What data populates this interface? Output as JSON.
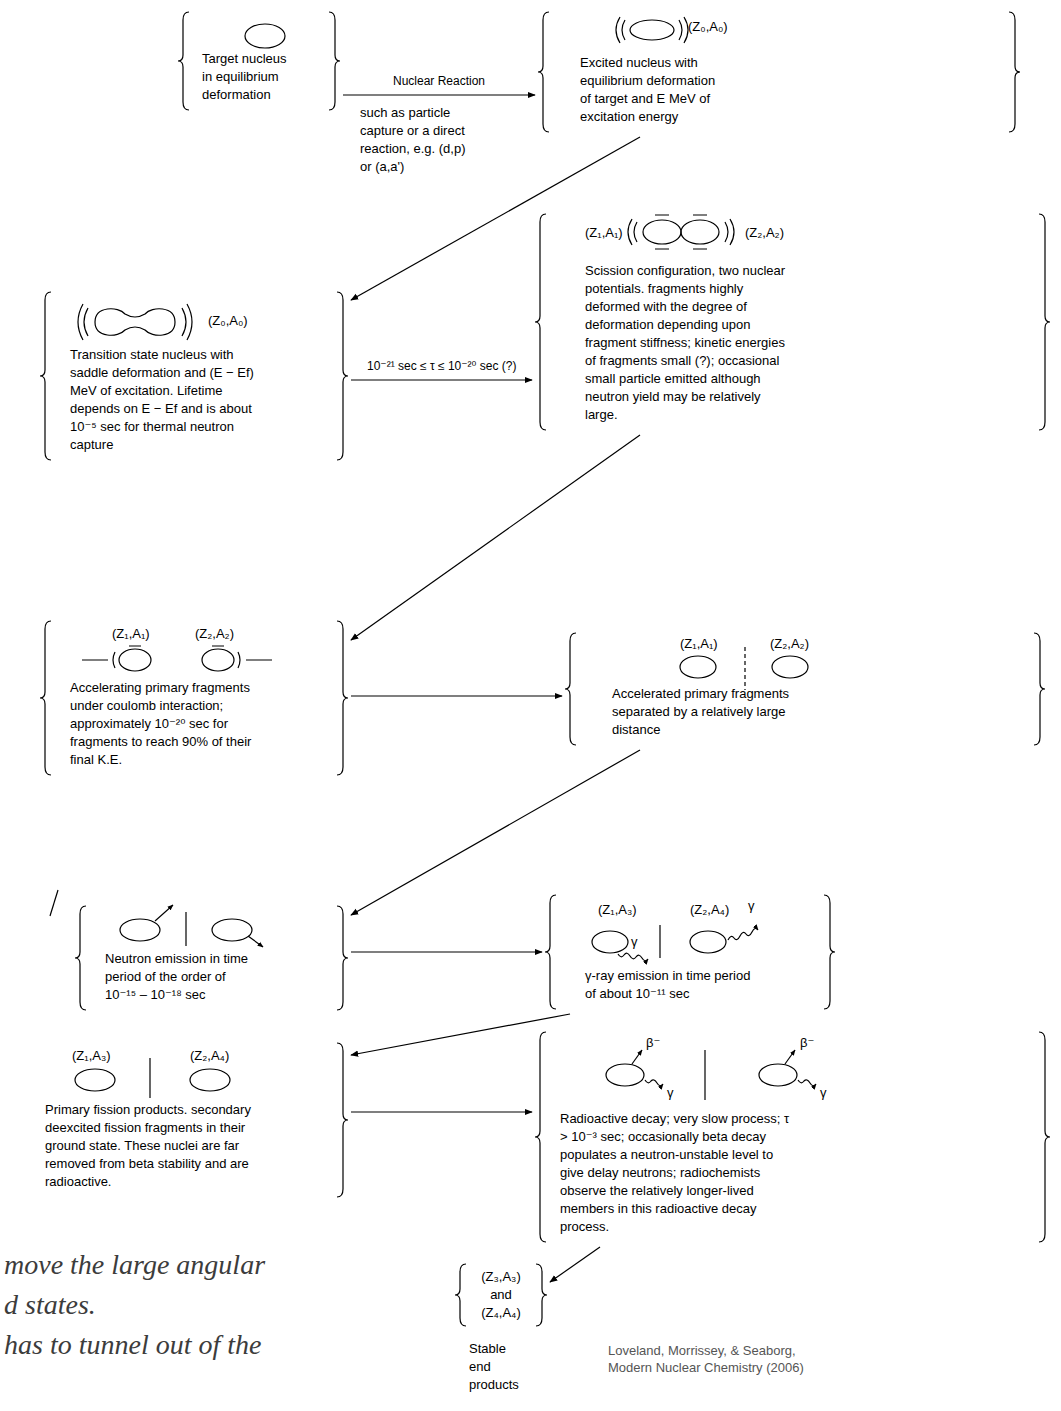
{
  "diagram": {
    "nodes": [
      {
        "text": [
          "Target nucleus in equilibrium deformation"
        ]
      },
      {
        "text": [
          "(Z₀,A₀)",
          "Excited nucleus with equilibrium deformation of target and E MeV of excitation energy"
        ]
      },
      {
        "text": [
          "(Z₀,A₀)",
          "Transition state nucleus with saddle deformation and (E − Ef) MeV of excitation. Lifetime depends on E − Ef and is about 10⁻⁵ sec for thermal neutron capture"
        ]
      },
      {
        "text": [
          "(Z₁,A₁)",
          "(Z₂,A₂)",
          "Scission configuration, two nuclear potentials. fragments highly deformed with the degree of deformation depending upon fragment stiffness; kinetic energies of fragments small (?); occasional small particle emitted although neutron yield may be relatively large."
        ]
      },
      {
        "text": [
          "(Z₁,A₁)",
          "(Z₂,A₂)",
          "Accelerating primary fragments under coulomb interaction; approximately 10⁻²⁰ sec for fragments to reach 90% of their final K.E."
        ]
      },
      {
        "text": [
          "(Z₁,A₁)",
          "(Z₂,A₂)",
          "Accelerated primary fragments separated by a relatively large distance"
        ]
      },
      {
        "text": [
          "Neutron emission in time period of the order of 10⁻¹⁵ – 10⁻¹⁸ sec"
        ]
      },
      {
        "text": [
          "(Z₁,A₃)",
          "(Z₂,A₄)",
          "γ",
          "γ",
          "γ-ray emission in time period of about 10⁻¹¹ sec"
        ]
      },
      {
        "text": [
          "(Z₁,A₃)",
          "(Z₂,A₄)",
          "Primary fission products. secondary deexcited fission fragments in their ground state. These nuclei are far removed from beta stability and are radioactive."
        ]
      },
      {
        "text": [
          "β⁻",
          "β⁻",
          "γ",
          "γ",
          "Radioactive decay; very slow process; τ > 10⁻³ sec; occasionally beta decay populates a neutron-unstable level to give delay neutrons; radiochemists observe the relatively longer-lived members in this radioactive decay process."
        ]
      },
      {
        "text": [
          "(Z₃,A₃) and (Z₄,A₄)",
          "Stable end products"
        ]
      }
    ],
    "edges": [
      {
        "from": 0,
        "to": 1,
        "arrow": "to",
        "label": "Nuclear Reaction"
      },
      {
        "from": 1,
        "to": 2,
        "arrow": "to"
      },
      {
        "from": 2,
        "to": 3,
        "arrow": "to",
        "label": "10⁻²¹ sec ≤ τ ≤ 10⁻²⁰ sec (?)"
      },
      {
        "from": 3,
        "to": 4,
        "arrow": "to"
      },
      {
        "from": 4,
        "to": 5,
        "arrow": "to"
      },
      {
        "from": 5,
        "to": 6,
        "arrow": "to"
      },
      {
        "from": 6,
        "to": 7,
        "arrow": "to"
      },
      {
        "from": 7,
        "to": 8,
        "arrow": "to"
      },
      {
        "from": 8,
        "to": 9,
        "arrow": "to"
      },
      {
        "from": 9,
        "to": 10,
        "arrow": "to"
      }
    ],
    "labels": [
      "such as particle capture or a direct reaction, e.g. (d,p) or (a,a')",
      "move the large angular",
      "d states.",
      "has to tunnel out of the",
      "Loveland, Morrissey, & Seaborg, Modern Nuclear Chemistry (2006)"
    ]
  }
}
